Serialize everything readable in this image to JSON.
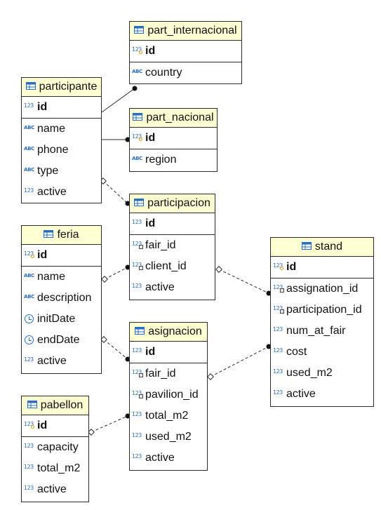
{
  "tables": {
    "part_internacional": {
      "name": "part_internacional",
      "columns": [
        {
          "name": "id",
          "icon": "key-number-icon"
        },
        {
          "name": "country",
          "icon": "text-icon"
        }
      ]
    },
    "participante": {
      "name": "participante",
      "columns": [
        {
          "name": "id",
          "icon": "number-icon"
        },
        {
          "name": "name",
          "icon": "text-icon"
        },
        {
          "name": "phone",
          "icon": "text-icon"
        },
        {
          "name": "type",
          "icon": "text-icon"
        },
        {
          "name": "active",
          "icon": "number-icon"
        }
      ]
    },
    "part_nacional": {
      "name": "part_nacional",
      "columns": [
        {
          "name": "id",
          "icon": "key-number-icon"
        },
        {
          "name": "region",
          "icon": "text-icon"
        }
      ]
    },
    "participacion": {
      "name": "participacion",
      "columns": [
        {
          "name": "id",
          "icon": "number-icon"
        },
        {
          "name": "fair_id",
          "icon": "foreign-key-number-icon"
        },
        {
          "name": "client_id",
          "icon": "foreign-key-number-icon"
        },
        {
          "name": "active",
          "icon": "number-icon"
        }
      ]
    },
    "feria": {
      "name": "feria",
      "columns": [
        {
          "name": "id",
          "icon": "key-number-icon"
        },
        {
          "name": "name",
          "icon": "text-icon"
        },
        {
          "name": "description",
          "icon": "text-icon"
        },
        {
          "name": "initDate",
          "icon": "date-icon"
        },
        {
          "name": "endDate",
          "icon": "date-icon"
        },
        {
          "name": "active",
          "icon": "number-icon"
        }
      ]
    },
    "stand": {
      "name": "stand",
      "columns": [
        {
          "name": "id",
          "icon": "key-number-icon"
        },
        {
          "name": "assignation_id",
          "icon": "foreign-key-number-icon"
        },
        {
          "name": "participation_id",
          "icon": "foreign-key-number-icon"
        },
        {
          "name": "num_at_fair",
          "icon": "number-icon"
        },
        {
          "name": "cost",
          "icon": "number-icon"
        },
        {
          "name": "used_m2",
          "icon": "number-icon"
        },
        {
          "name": "active",
          "icon": "number-icon"
        }
      ]
    },
    "asignacion": {
      "name": "asignacion",
      "columns": [
        {
          "name": "id",
          "icon": "number-icon"
        },
        {
          "name": "fair_id",
          "icon": "foreign-key-number-icon"
        },
        {
          "name": "pavilion_id",
          "icon": "foreign-key-number-icon"
        },
        {
          "name": "total_m2",
          "icon": "number-icon"
        },
        {
          "name": "used_m2",
          "icon": "number-icon"
        },
        {
          "name": "active",
          "icon": "number-icon"
        }
      ]
    },
    "pabellon": {
      "name": "pabellon",
      "columns": [
        {
          "name": "id",
          "icon": "key-number-icon"
        },
        {
          "name": "capacity",
          "icon": "number-icon"
        },
        {
          "name": "total_m2",
          "icon": "number-icon"
        },
        {
          "name": "active",
          "icon": "number-icon"
        }
      ]
    }
  },
  "relationships": [
    {
      "from": "participante",
      "to": "part_internacional",
      "kind": "identifying"
    },
    {
      "from": "participante",
      "to": "part_nacional",
      "kind": "identifying"
    },
    {
      "from": "participante",
      "to": "participacion",
      "kind": "non-identifying"
    },
    {
      "from": "feria",
      "to": "participacion",
      "kind": "non-identifying"
    },
    {
      "from": "participacion",
      "to": "stand",
      "kind": "non-identifying"
    },
    {
      "from": "feria",
      "to": "asignacion",
      "kind": "non-identifying"
    },
    {
      "from": "asignacion",
      "to": "stand",
      "kind": "non-identifying"
    },
    {
      "from": "pabellon",
      "to": "asignacion",
      "kind": "non-identifying"
    }
  ],
  "colors": {
    "header_bg": "#fefed3",
    "border": "#2b2b2b",
    "icon_blue": "#2a6ec2",
    "key_gold": "#d49b1b"
  }
}
